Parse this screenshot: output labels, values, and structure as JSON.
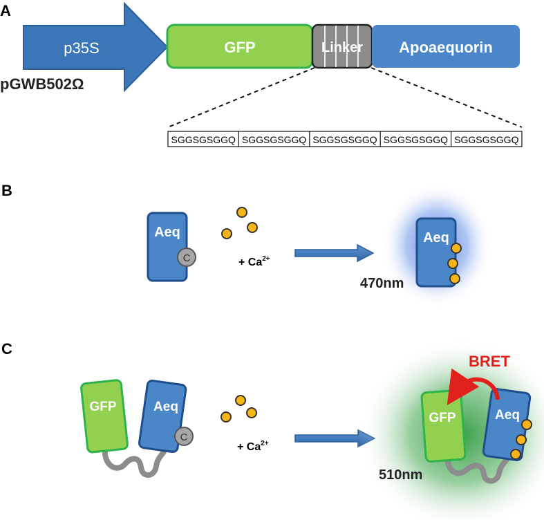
{
  "panel_a": {
    "label": "A",
    "promoter": "p35S",
    "gfp": "GFP",
    "linker": "Linker",
    "apoaequorin": "Apoaequorin",
    "vector": "pGWB502Ω",
    "linker_repeats": [
      "SGGSGSGGQ",
      "SGGSGSGGQ",
      "SGGSGSGGQ",
      "SGGSGSGGQ",
      "SGGSGSGGQ"
    ]
  },
  "panel_b": {
    "label": "B",
    "aeq_label": "Aeq",
    "coelenterazine": "C",
    "ca_label": "+ Ca",
    "ca_superscript": "2+",
    "wavelength": "470nm"
  },
  "panel_c": {
    "label": "C",
    "gfp_label": "GFP",
    "aeq_label": "Aeq",
    "coelenterazine": "C",
    "ca_label": "+ Ca",
    "ca_superscript": "2+",
    "bret_label": "BRET",
    "wavelength": "510nm"
  },
  "colors": {
    "arrow_blue": "#3A76B8",
    "gfp_green": "#92D050",
    "gfp_border": "#2DB34A",
    "aeq_blue": "#4A86C8",
    "aeq_border": "#1F4E8C",
    "calcium": "#F6B51A",
    "linker_gray": "#8c8c8c",
    "bret_red": "#E0201B",
    "glow_blue": "#4F7FE0",
    "glow_green": "#2E9A40"
  }
}
